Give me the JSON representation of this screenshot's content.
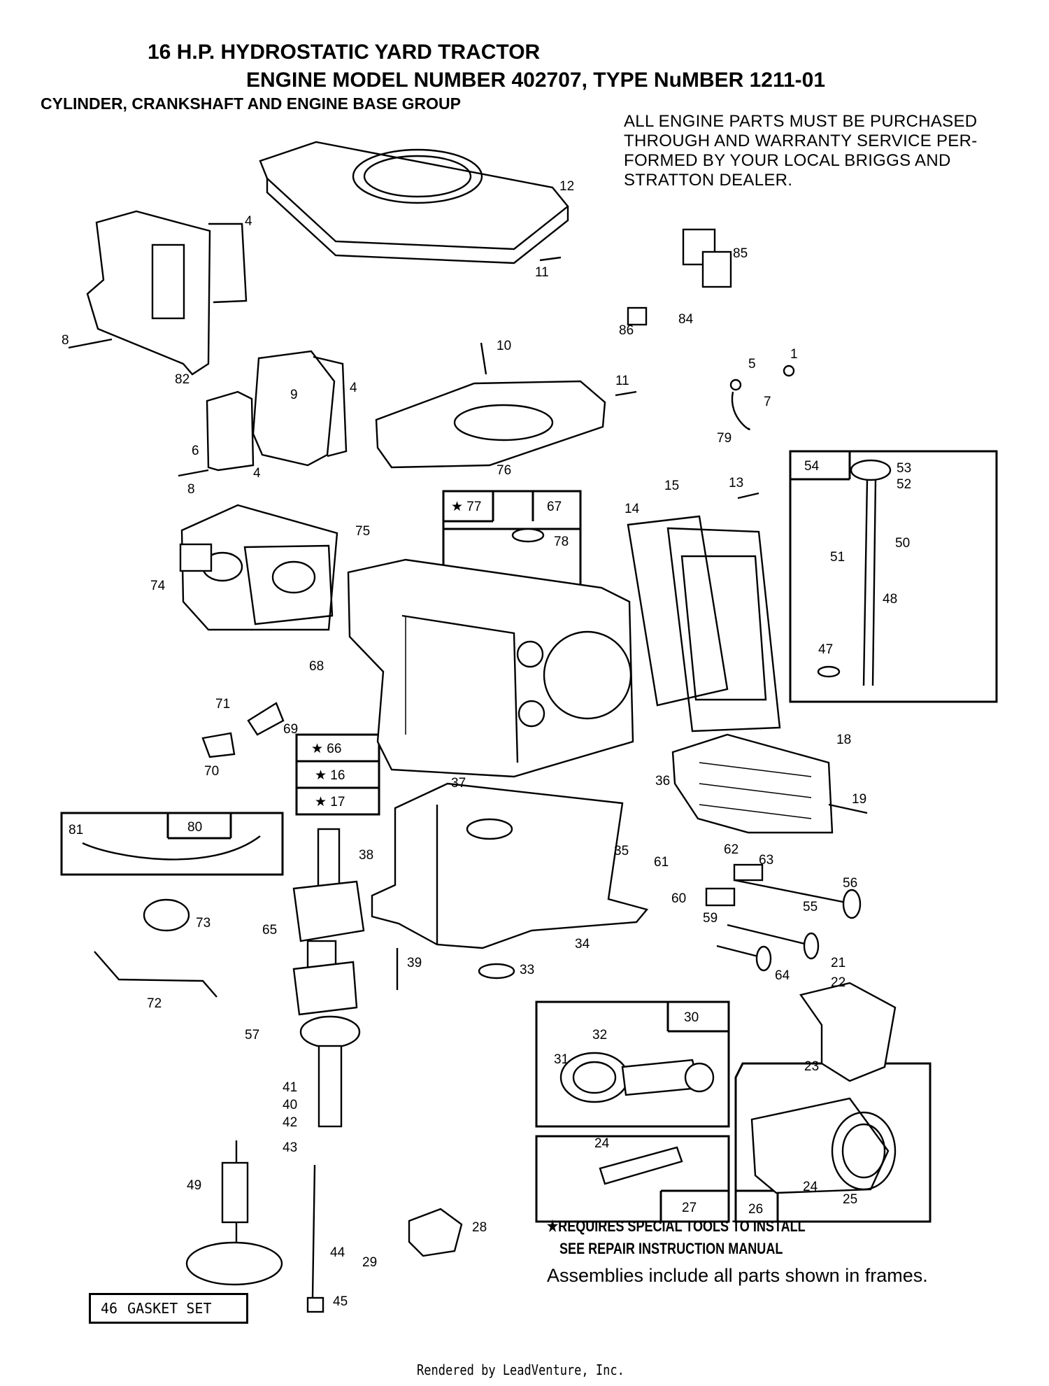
{
  "header": {
    "title_line1": "16 H.P. HYDROSTATIC YARD TRACTOR",
    "title_line2": "ENGINE MODEL NUMBER 402707, TYPE NuMBER 1211-01",
    "title_line3": "CYLINDER, CRANKSHAFT AND ENGINE BASE GROUP"
  },
  "notice": "ALL ENGINE PARTS MUST BE PURCHASED THROUGH AND WARRANTY SERVICE PER-FORMED BY YOUR LOCAL BRIGGS AND STRATTON DEALER.",
  "special_tools_line1": "★REQUIRES SPECIAL TOOLS TO INSTALL",
  "special_tools_line2": "SEE REPAIR INSTRUCTION MANUAL",
  "assemblies_note": "Assemblies include all parts shown in frames.",
  "gasket_set": {
    "number": "46",
    "label": "GASKET SET"
  },
  "footer": "Rendered by LeadVenture, Inc.",
  "part_labels": [
    {
      "id": "p1",
      "text": "1"
    },
    {
      "id": "p4a",
      "text": "4"
    },
    {
      "id": "p4b",
      "text": "4"
    },
    {
      "id": "p4c",
      "text": "4"
    },
    {
      "id": "p5",
      "text": "5"
    },
    {
      "id": "p6",
      "text": "6"
    },
    {
      "id": "p7",
      "text": "7"
    },
    {
      "id": "p8a",
      "text": "8"
    },
    {
      "id": "p8b",
      "text": "8"
    },
    {
      "id": "p9",
      "text": "9"
    },
    {
      "id": "p10",
      "text": "10"
    },
    {
      "id": "p11a",
      "text": "11"
    },
    {
      "id": "p11b",
      "text": "11"
    },
    {
      "id": "p12",
      "text": "12"
    },
    {
      "id": "p13",
      "text": "13"
    },
    {
      "id": "p14",
      "text": "14"
    },
    {
      "id": "p15",
      "text": "15"
    },
    {
      "id": "p18",
      "text": "18"
    },
    {
      "id": "p19",
      "text": "19"
    },
    {
      "id": "p21",
      "text": "21"
    },
    {
      "id": "p22",
      "text": "22"
    },
    {
      "id": "p23",
      "text": "23"
    },
    {
      "id": "p24a",
      "text": "24"
    },
    {
      "id": "p24b",
      "text": "24"
    },
    {
      "id": "p25",
      "text": "25"
    },
    {
      "id": "p28",
      "text": "28"
    },
    {
      "id": "p29",
      "text": "29"
    },
    {
      "id": "p31",
      "text": "31"
    },
    {
      "id": "p32",
      "text": "32"
    },
    {
      "id": "p33",
      "text": "33"
    },
    {
      "id": "p34",
      "text": "34"
    },
    {
      "id": "p35",
      "text": "35"
    },
    {
      "id": "p36",
      "text": "36"
    },
    {
      "id": "p37",
      "text": "37"
    },
    {
      "id": "p38",
      "text": "38"
    },
    {
      "id": "p39",
      "text": "39"
    },
    {
      "id": "p40",
      "text": "40"
    },
    {
      "id": "p41",
      "text": "41"
    },
    {
      "id": "p42",
      "text": "42"
    },
    {
      "id": "p43",
      "text": "43"
    },
    {
      "id": "p44",
      "text": "44"
    },
    {
      "id": "p45",
      "text": "45"
    },
    {
      "id": "p47",
      "text": "47"
    },
    {
      "id": "p48",
      "text": "48"
    },
    {
      "id": "p49",
      "text": "49"
    },
    {
      "id": "p50",
      "text": "50"
    },
    {
      "id": "p51",
      "text": "51"
    },
    {
      "id": "p52",
      "text": "52"
    },
    {
      "id": "p53",
      "text": "53"
    },
    {
      "id": "p55",
      "text": "55"
    },
    {
      "id": "p56",
      "text": "56"
    },
    {
      "id": "p57",
      "text": "57"
    },
    {
      "id": "p59",
      "text": "59"
    },
    {
      "id": "p60",
      "text": "60"
    },
    {
      "id": "p61",
      "text": "61"
    },
    {
      "id": "p62",
      "text": "62"
    },
    {
      "id": "p63",
      "text": "63"
    },
    {
      "id": "p64",
      "text": "64"
    },
    {
      "id": "p65",
      "text": "65"
    },
    {
      "id": "p68",
      "text": "68"
    },
    {
      "id": "p69",
      "text": "69"
    },
    {
      "id": "p70",
      "text": "70"
    },
    {
      "id": "p71",
      "text": "71"
    },
    {
      "id": "p72",
      "text": "72"
    },
    {
      "id": "p73",
      "text": "73"
    },
    {
      "id": "p74",
      "text": "74"
    },
    {
      "id": "p75",
      "text": "75"
    },
    {
      "id": "p76",
      "text": "76"
    },
    {
      "id": "p78",
      "text": "78"
    },
    {
      "id": "p79",
      "text": "79"
    },
    {
      "id": "p81",
      "text": "81"
    },
    {
      "id": "p82",
      "text": "82"
    },
    {
      "id": "p84",
      "text": "84"
    },
    {
      "id": "p85",
      "text": "85"
    },
    {
      "id": "p86",
      "text": "86"
    }
  ],
  "frame_labels": [
    {
      "id": "f54",
      "text": "54"
    },
    {
      "id": "f67",
      "text": "67"
    },
    {
      "id": "f77",
      "text": "★ 77"
    },
    {
      "id": "f66",
      "text": "★ 66"
    },
    {
      "id": "f16",
      "text": "★ 16"
    },
    {
      "id": "f17",
      "text": "★ 17"
    },
    {
      "id": "f80",
      "text": "80"
    },
    {
      "id": "f30",
      "text": "30"
    },
    {
      "id": "f27",
      "text": "27"
    },
    {
      "id": "f26",
      "text": "26"
    }
  ]
}
